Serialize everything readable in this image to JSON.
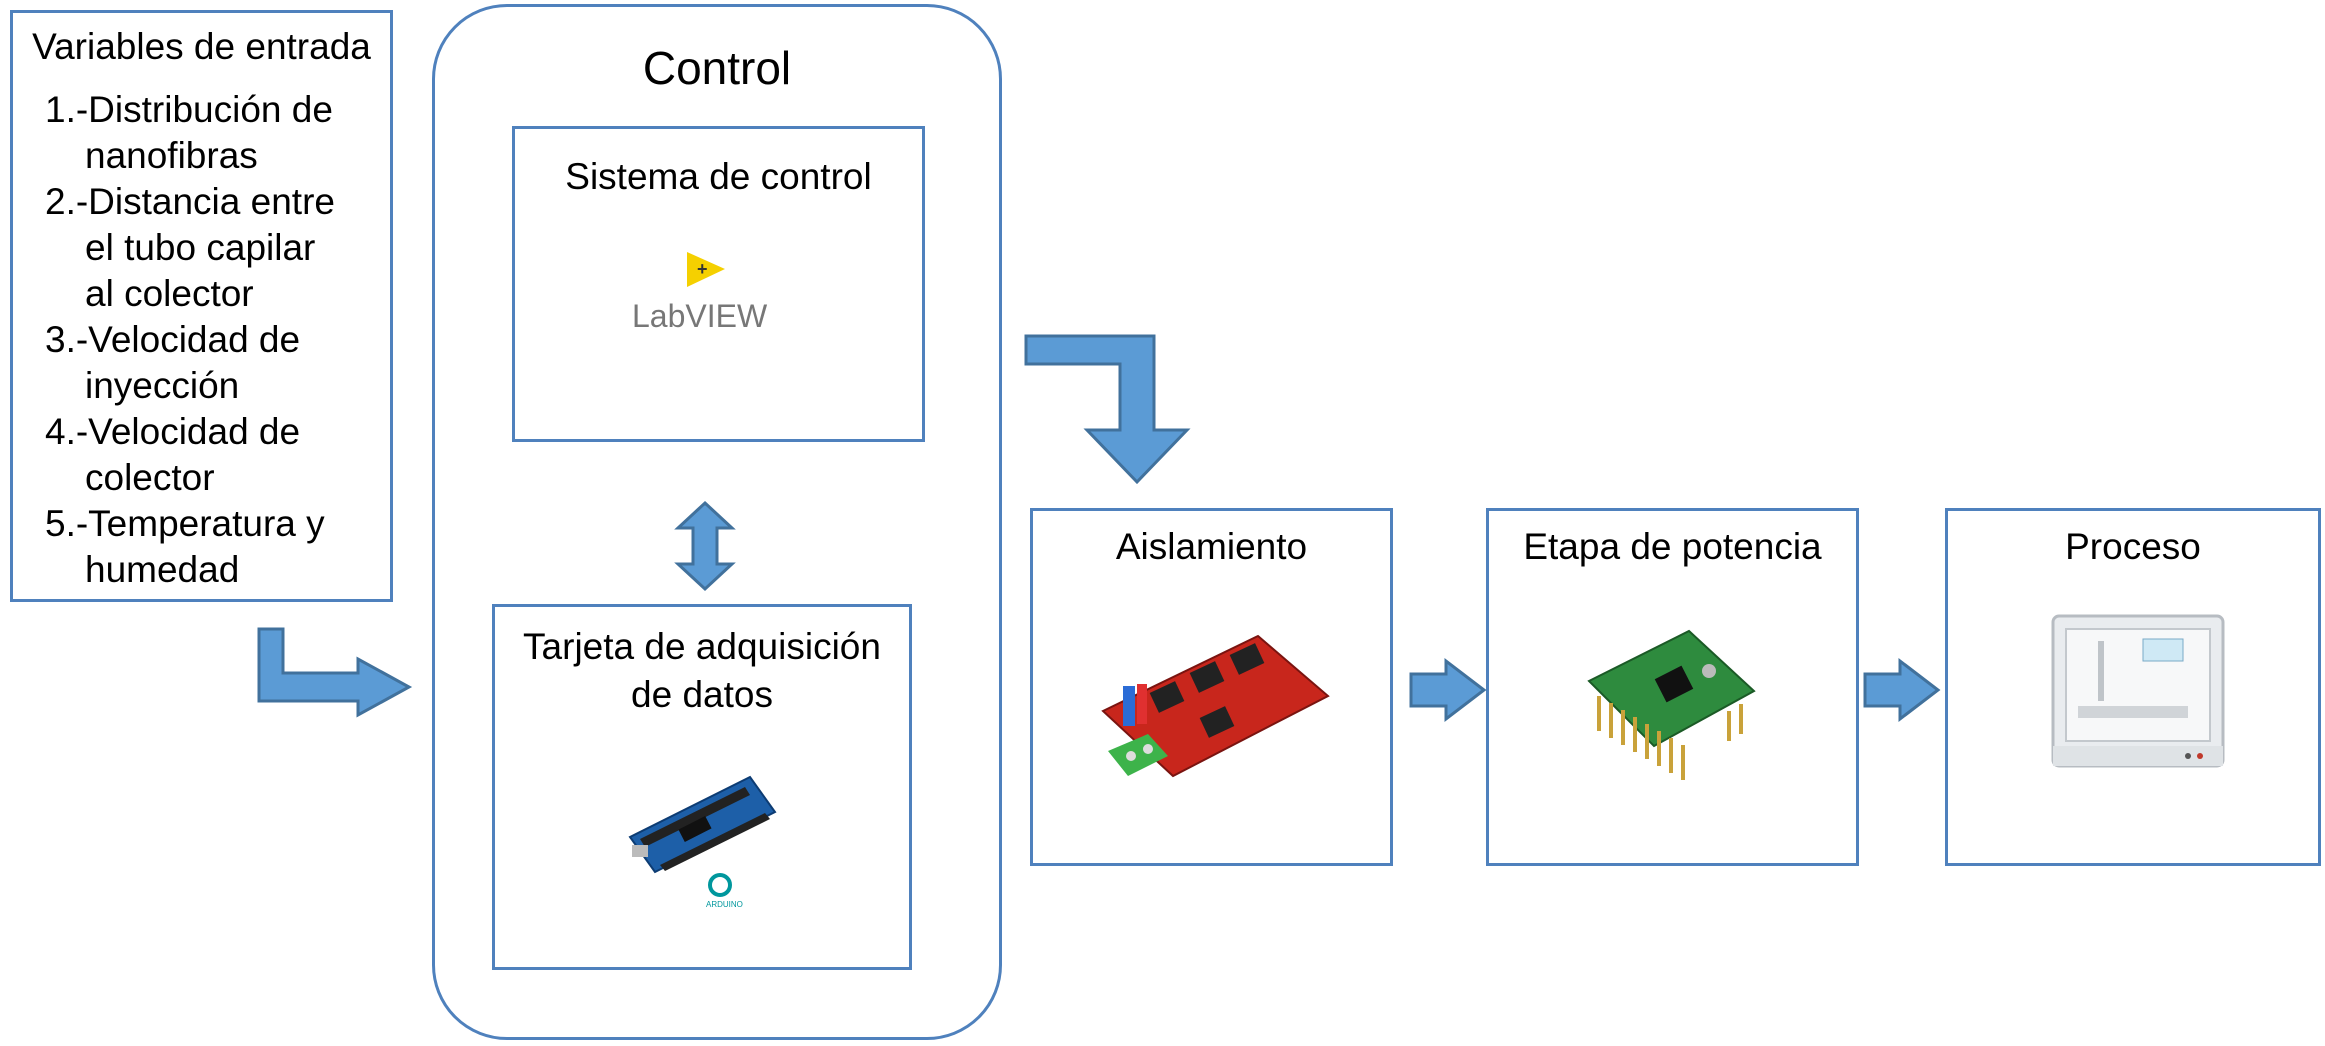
{
  "inputs": {
    "title": "Variables de entrada",
    "items": [
      {
        "line1": "1.-Distribución de",
        "line2": "nanofibras"
      },
      {
        "line1": "2.-Distancia entre",
        "line2": "el tubo capilar",
        "line3": "al colector"
      },
      {
        "line1": "3.-Velocidad de",
        "line2": "inyección"
      },
      {
        "line1": "4.-Velocidad de",
        "line2": "colector"
      },
      {
        "line1": "5.-Temperatura y",
        "line2": "humedad"
      }
    ]
  },
  "control": {
    "title": "Control",
    "system": {
      "title": "Sistema de control",
      "logo_text": "LabVIEW"
    },
    "daq": {
      "title_line1": "Tarjeta de adquisición",
      "title_line2": "de datos",
      "logo_text": "ARDUINO"
    }
  },
  "blocks": {
    "isolation": {
      "title": "Aislamiento"
    },
    "power": {
      "title": "Etapa de potencia"
    },
    "process": {
      "title": "Proceso"
    }
  },
  "colors": {
    "border": "#4f81bd",
    "arrow": "#5b9bd5",
    "arrow_stroke": "#41719c"
  }
}
